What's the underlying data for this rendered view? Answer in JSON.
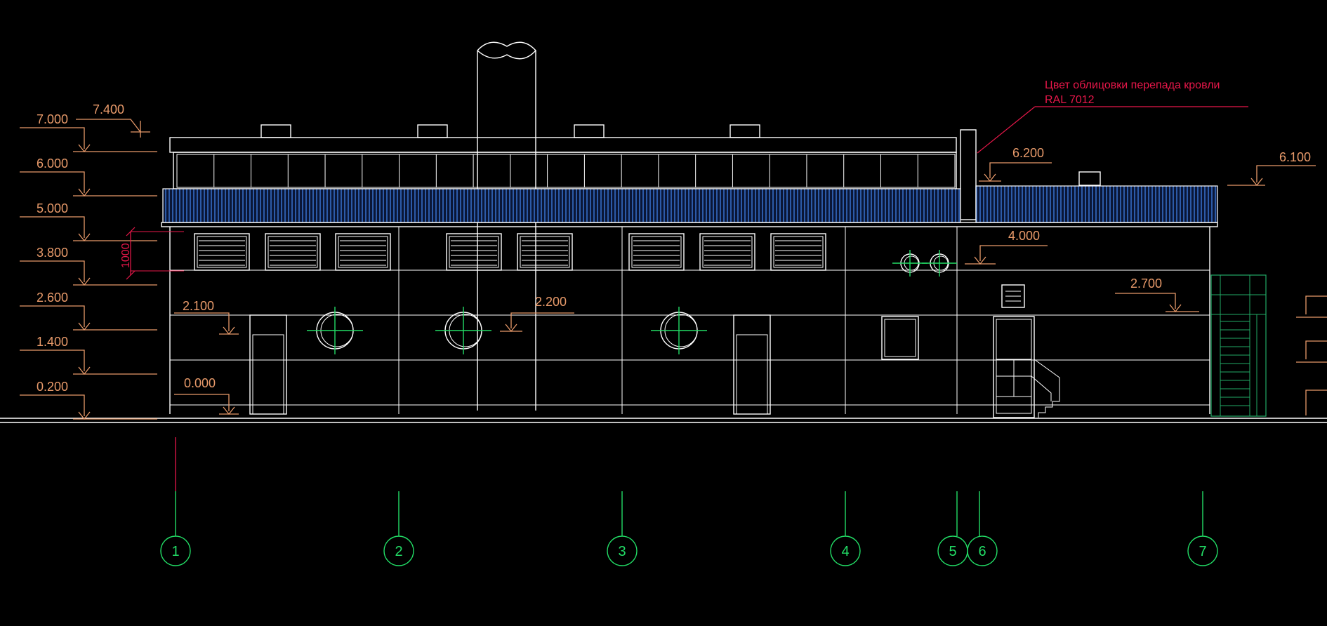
{
  "drawing": {
    "levels_left": [
      "7.000",
      "6.000",
      "5.000",
      "3.800",
      "2.600",
      "1.400",
      "0.200"
    ],
    "level_top": "7.400",
    "level_entry_1": "2.100",
    "level_entry_2": "2.200",
    "level_ground": "0.000",
    "level_6200": "6.200",
    "level_6100": "6.100",
    "level_4000": "4.000",
    "level_2700": "2.700",
    "dimension_1000": "1000",
    "note_line1": "Цвет облицовки перепада кровли",
    "note_line2": "RAL 7012",
    "axes": [
      "1",
      "2",
      "3",
      "4",
      "5",
      "6",
      "7"
    ],
    "colors": {
      "background": "#000000",
      "outline": "#ffffff",
      "levels": "#e89a6a",
      "axes": "#22dd66",
      "cladding": "#3a78d8",
      "note": "#e8174a"
    }
  }
}
